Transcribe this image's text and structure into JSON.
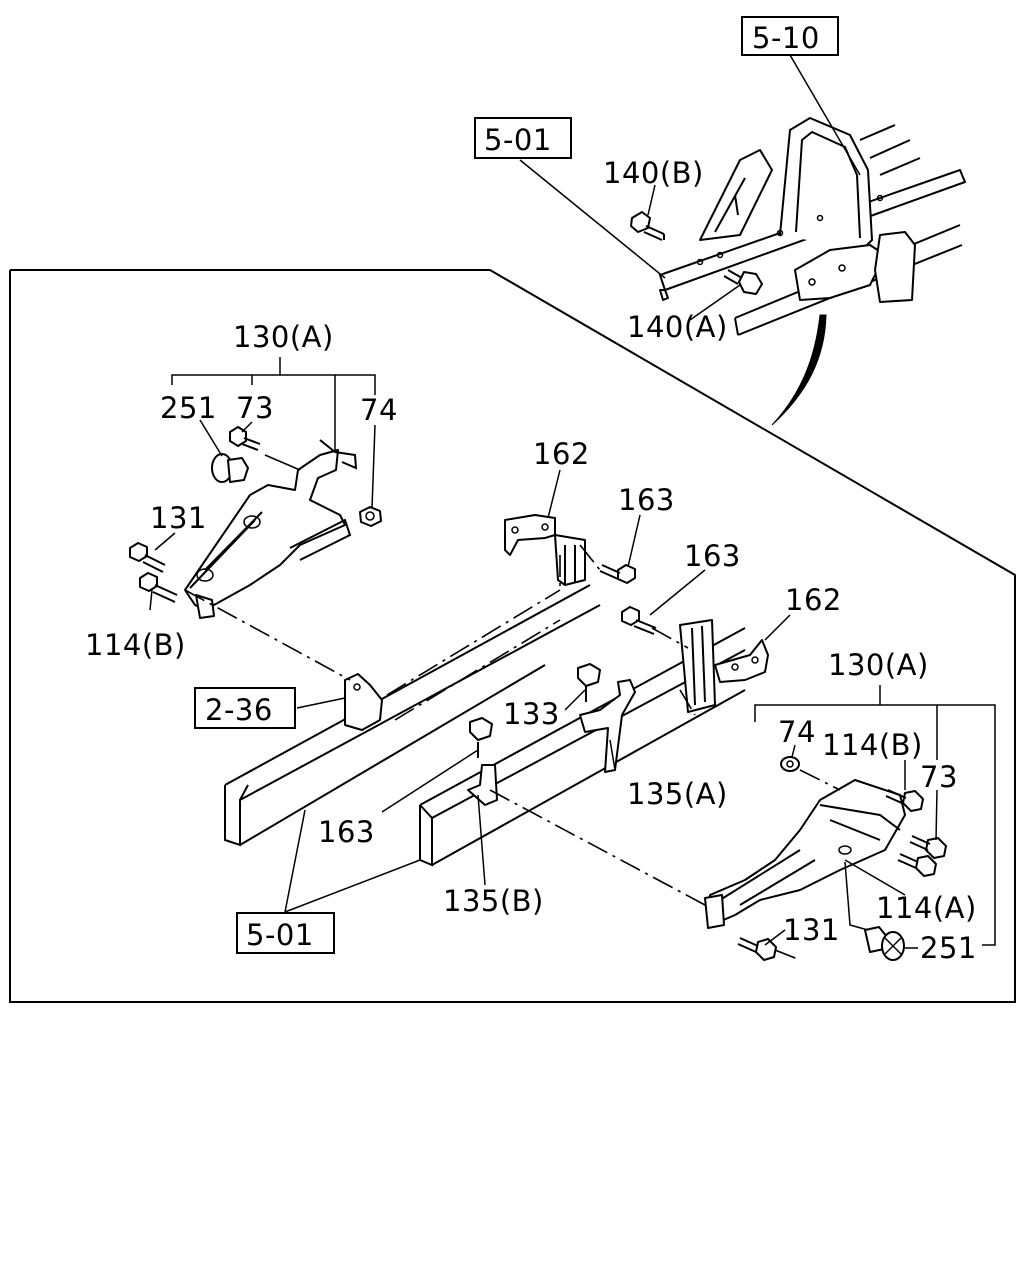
{
  "labels": {
    "ref_5_10": "5-10",
    "ref_5_01_top": "5-01",
    "ref_2_36": "2-36",
    "ref_5_01_bottom": "5-01",
    "p140b": "140(B)",
    "p140a": "140(A)",
    "p130a_left": "130(A)",
    "p251_left": "251",
    "p73_left": "73",
    "p74_left": "74",
    "p131_left": "131",
    "p114b_left": "114(B)",
    "p162_a": "162",
    "p163_a": "163",
    "p163_b": "163",
    "p162_b": "162",
    "p133": "133",
    "p135a": "135(A)",
    "p163_c": "163",
    "p135b": "135(B)",
    "p130a_right": "130(A)",
    "p74_right": "74",
    "p114b_right": "114(B)",
    "p73_right": "73",
    "p114a_right": "114(A)",
    "p131_right": "131",
    "p251_right": "251"
  }
}
